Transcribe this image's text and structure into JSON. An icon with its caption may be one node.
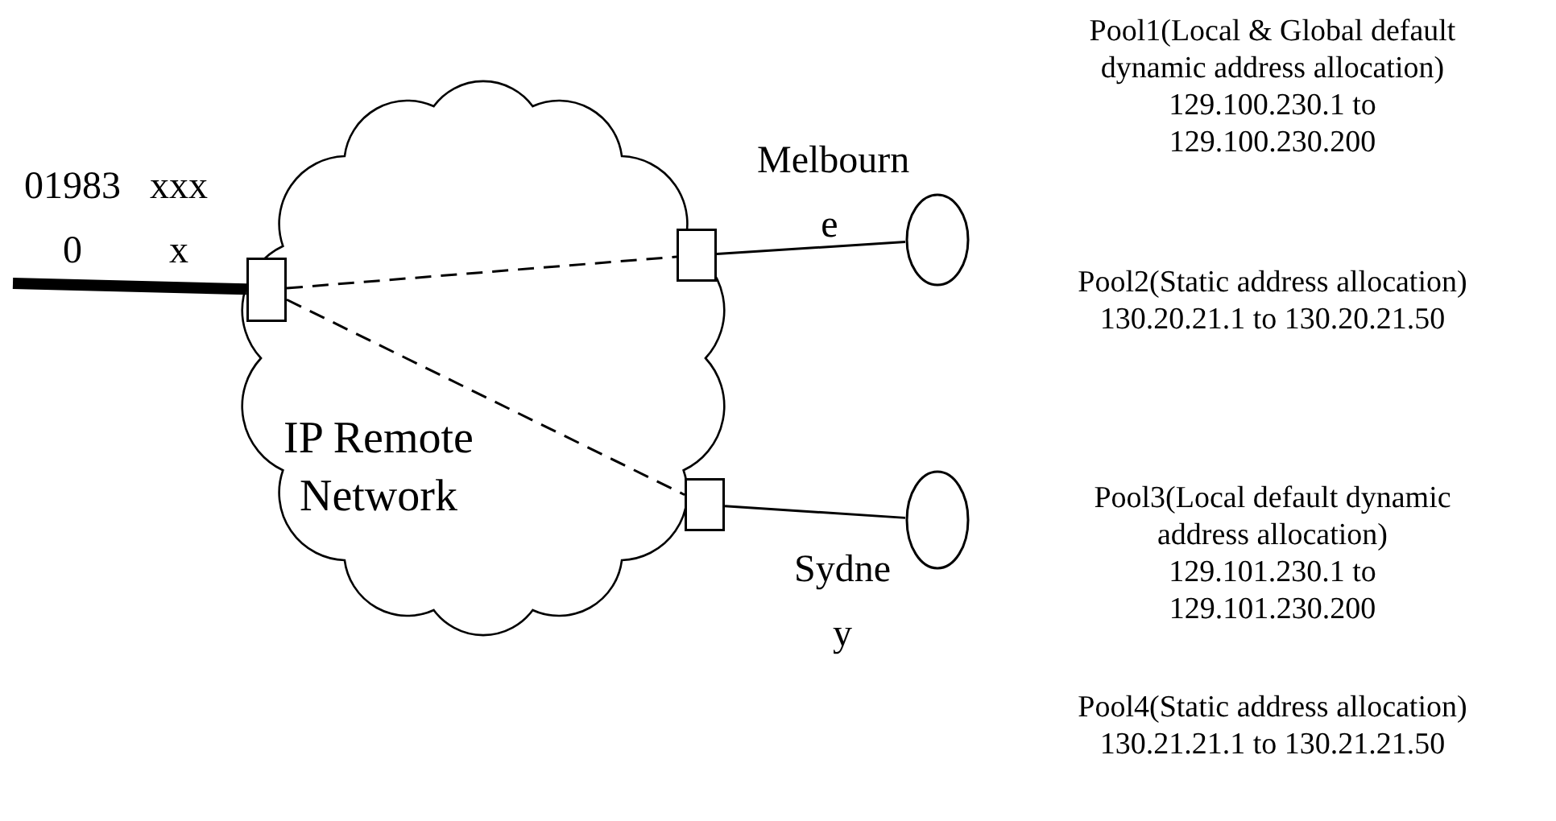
{
  "diagram": {
    "nodes": [
      {
        "text": [
          "IP Remote Network"
        ]
      },
      {
        "text": [],
        "shape": "box",
        "in": 0
      },
      {
        "text": [],
        "shape": "box",
        "in": 0
      },
      {
        "text": [],
        "shape": "box",
        "in": 0
      },
      {
        "text": [],
        "shape": "circle"
      },
      {
        "text": [],
        "shape": "circle"
      }
    ],
    "edges": [
      {
        "from": null,
        "to": 1,
        "arrow": "none",
        "style": "thick"
      },
      {
        "from": 1,
        "to": 2,
        "arrow": "none",
        "style": "dashed"
      },
      {
        "from": 1,
        "to": 3,
        "arrow": "none",
        "style": "dashed"
      },
      {
        "from": 2,
        "to": 4,
        "arrow": "none"
      },
      {
        "from": 3,
        "to": 5,
        "arrow": "none"
      }
    ],
    "labels": [
      "01983 0",
      "xxx x",
      "Melbourn e",
      "Sydne y",
      "Pool1(Local & Global default dynamic address allocation) 129.100.230.1 to 129.100.230.200",
      "Pool2(Static address allocation) 130.20.21.1 to 130.20.21.50",
      "Pool3(Local default dynamic address allocation) 129.101.230.1 to 129.101.230.200",
      "Pool4(Static address allocation) 130.21.21.1 to 130.21.21.50"
    ]
  }
}
